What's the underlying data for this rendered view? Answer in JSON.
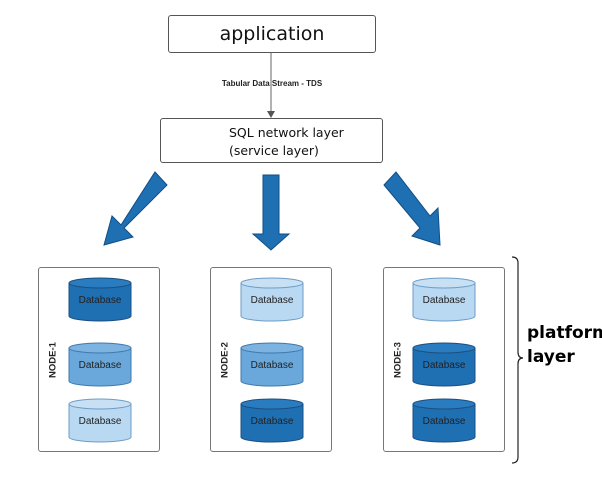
{
  "application": {
    "label": "application"
  },
  "protocol": {
    "label": "Tabular Data Stream - TDS"
  },
  "sql_layer": {
    "line1": "SQL network layer",
    "line2": "(service layer)"
  },
  "platform": {
    "line1": "platform",
    "line2": "layer"
  },
  "colors": {
    "dark": "#1f6fb3",
    "medium": "#6aa7da",
    "light": "#b9d8f1",
    "arrow": "#1f6fb3",
    "arrow_outline": "#114e85"
  },
  "nodes": [
    {
      "name": "NODE-1",
      "databases": [
        {
          "label": "Database",
          "shade": "dark"
        },
        {
          "label": "Database",
          "shade": "medium"
        },
        {
          "label": "Database",
          "shade": "light"
        }
      ]
    },
    {
      "name": "NODE-2",
      "databases": [
        {
          "label": "Database",
          "shade": "light"
        },
        {
          "label": "Database",
          "shade": "medium"
        },
        {
          "label": "Database",
          "shade": "dark"
        }
      ]
    },
    {
      "name": "NODE-3",
      "databases": [
        {
          "label": "Database",
          "shade": "light"
        },
        {
          "label": "Database",
          "shade": "dark"
        },
        {
          "label": "Database",
          "shade": "dark"
        }
      ]
    }
  ]
}
